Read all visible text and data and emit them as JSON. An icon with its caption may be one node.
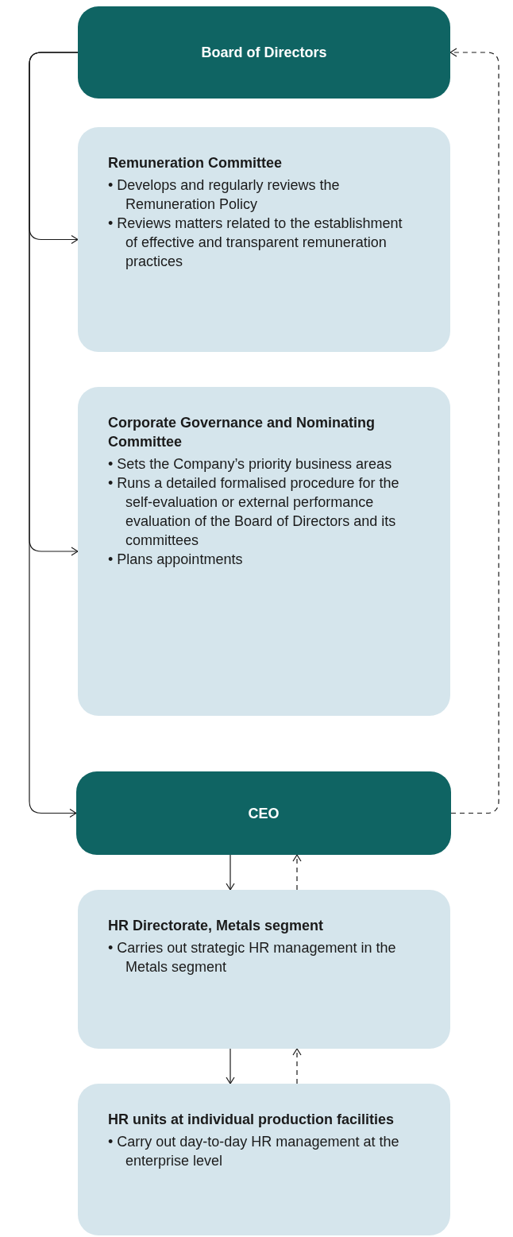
{
  "diagram": {
    "nodes": [
      {
        "text": [
          "Board of Directors"
        ]
      },
      {
        "text": [
          "Remuneration Committee",
          "• Develops and regularly reviews the Remuneration Policy",
          "• Reviews matters related to the establishment of effective and transparent remuneration practices"
        ]
      },
      {
        "text": [
          "Corporate Governance and Nominating Committee",
          "• Sets the Company’s priority business areas",
          "• Runs a detailed formalised procedure for the self-evaluation or external performance evaluation of the Board of Directors and its committees",
          "• Plans appointments"
        ]
      },
      {
        "text": [
          "CEO"
        ]
      },
      {
        "text": [
          "HR Directorate, Metals segment",
          "• Carries out strategic HR management in the Metals segment"
        ]
      },
      {
        "text": [
          "HR units at individual production facilities",
          "• Carry out day-to-day HR management at the enterprise level"
        ]
      }
    ],
    "edges": [
      {
        "from": 0,
        "to": 1,
        "arrow": "to"
      },
      {
        "from": 0,
        "to": 2,
        "arrow": "to"
      },
      {
        "from": 0,
        "to": 3,
        "arrow": "to"
      },
      {
        "from": 3,
        "to": 0,
        "arrow": "to",
        "style": "dashed"
      },
      {
        "from": 3,
        "to": 4,
        "arrow": "to"
      },
      {
        "from": 4,
        "to": 3,
        "arrow": "to",
        "style": "dashed"
      },
      {
        "from": 4,
        "to": 5,
        "arrow": "to"
      },
      {
        "from": 5,
        "to": 4,
        "arrow": "to",
        "style": "dashed"
      }
    ]
  }
}
